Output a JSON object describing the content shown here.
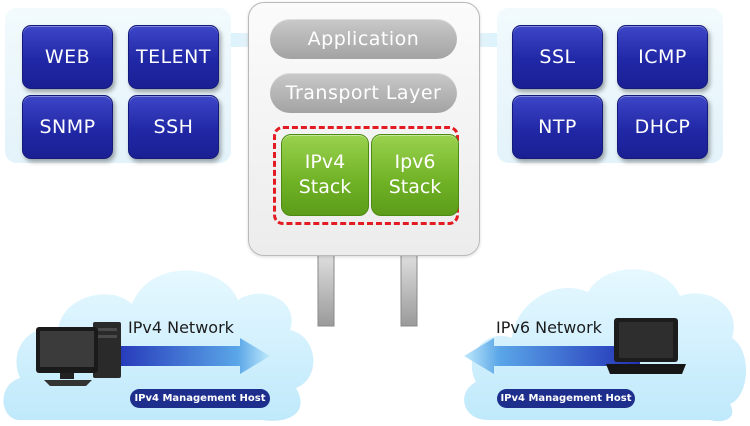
{
  "left_panel": {
    "items": [
      "WEB",
      "TELENT",
      "SNMP",
      "SSH"
    ]
  },
  "right_panel": {
    "items": [
      "SSL",
      "ICMP",
      "NTP",
      "DHCP"
    ]
  },
  "stack": {
    "application": "Application",
    "transport": "Transport Layer",
    "ipv4_line1": "IPv4",
    "ipv4_line2": "Stack",
    "ipv6_line1": "Ipv6",
    "ipv6_line2": "Stack"
  },
  "ipv4_side": {
    "network_label": "IPv4 Network",
    "host_label": "IPv4 Management Host"
  },
  "ipv6_side": {
    "network_label": "IPv6 Network",
    "host_label": "IPv4 Management Host"
  },
  "icons": [
    "desktop-computer-icon",
    "laptop-icon",
    "cloud-icon",
    "arrow-up-icon",
    "arrow-right-icon",
    "arrow-left-icon"
  ],
  "colors": {
    "protocol_blue": "#2128a6",
    "stack_green": "#6fb125",
    "dash_red": "#e31b23",
    "cloud_blue": "#c9eefc",
    "arrow_blue": "#2f3fc4",
    "pill_navy": "#1d2e8c"
  }
}
